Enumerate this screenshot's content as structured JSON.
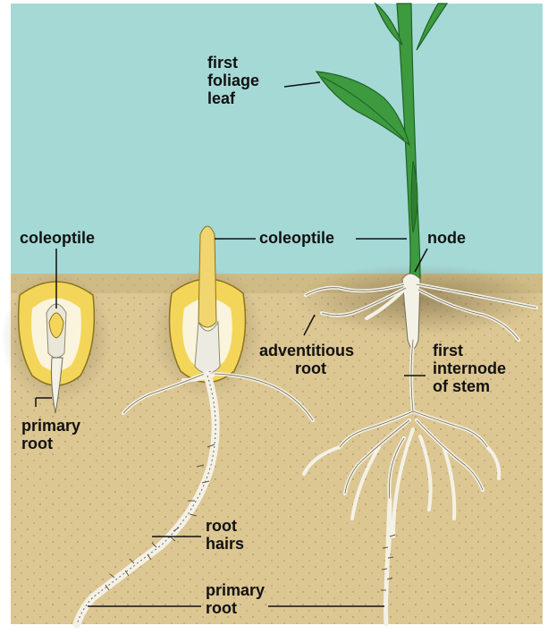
{
  "colors": {
    "sky": "#a5d9d6",
    "soil": "#dcc793",
    "soil_dark": "#b9a472",
    "kernel": "#f3d659",
    "kernel_inner": "#fbf4dc",
    "root": "#f4f1e6",
    "leaf": "#3d9a3f",
    "leaf_dark": "#1f6324"
  },
  "labels": {
    "first_foliage_leaf": [
      "first",
      "foliage",
      "leaf"
    ],
    "coleoptile_left": "coleoptile",
    "coleoptile_middle": "coleoptile",
    "node": "node",
    "adventitious_root": [
      "adventitious",
      "root"
    ],
    "first_internode": [
      "first",
      "internode",
      "of stem"
    ],
    "primary_root_left": [
      "primary",
      "root"
    ],
    "root_hairs": [
      "root",
      "hairs"
    ],
    "primary_root_bottom": [
      "primary",
      "root"
    ]
  }
}
